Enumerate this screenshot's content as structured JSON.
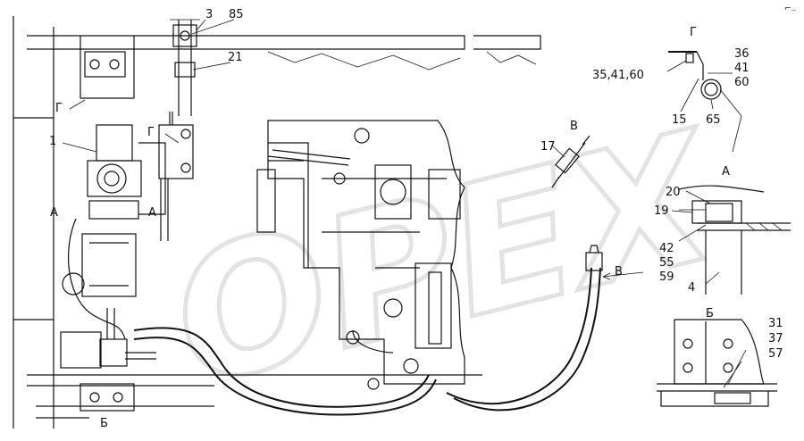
{
  "watermark": "OPEX",
  "corner_mark": "⌐..",
  "labels": {
    "l1": "1",
    "l3": "3",
    "l85": "85",
    "l21": "21",
    "gamma_left": "Г",
    "gamma_mid": "Г",
    "a_left": "А",
    "a_right": "А",
    "b_bottom": "Б",
    "v_label": "В",
    "v_arrow": "В",
    "l17": "17",
    "gamma_detail": "Г",
    "l35_41_60": "35,41,60",
    "l36": "36",
    "l41": "41",
    "l60": "60",
    "l15": "15",
    "l65": "65",
    "a_detail": "А",
    "l20": "20",
    "l19": "19",
    "l42": "42",
    "l55": "55",
    "l59": "59",
    "l4": "4",
    "b_detail": "Б",
    "l31": "31",
    "l37": "37",
    "l57": "57"
  }
}
